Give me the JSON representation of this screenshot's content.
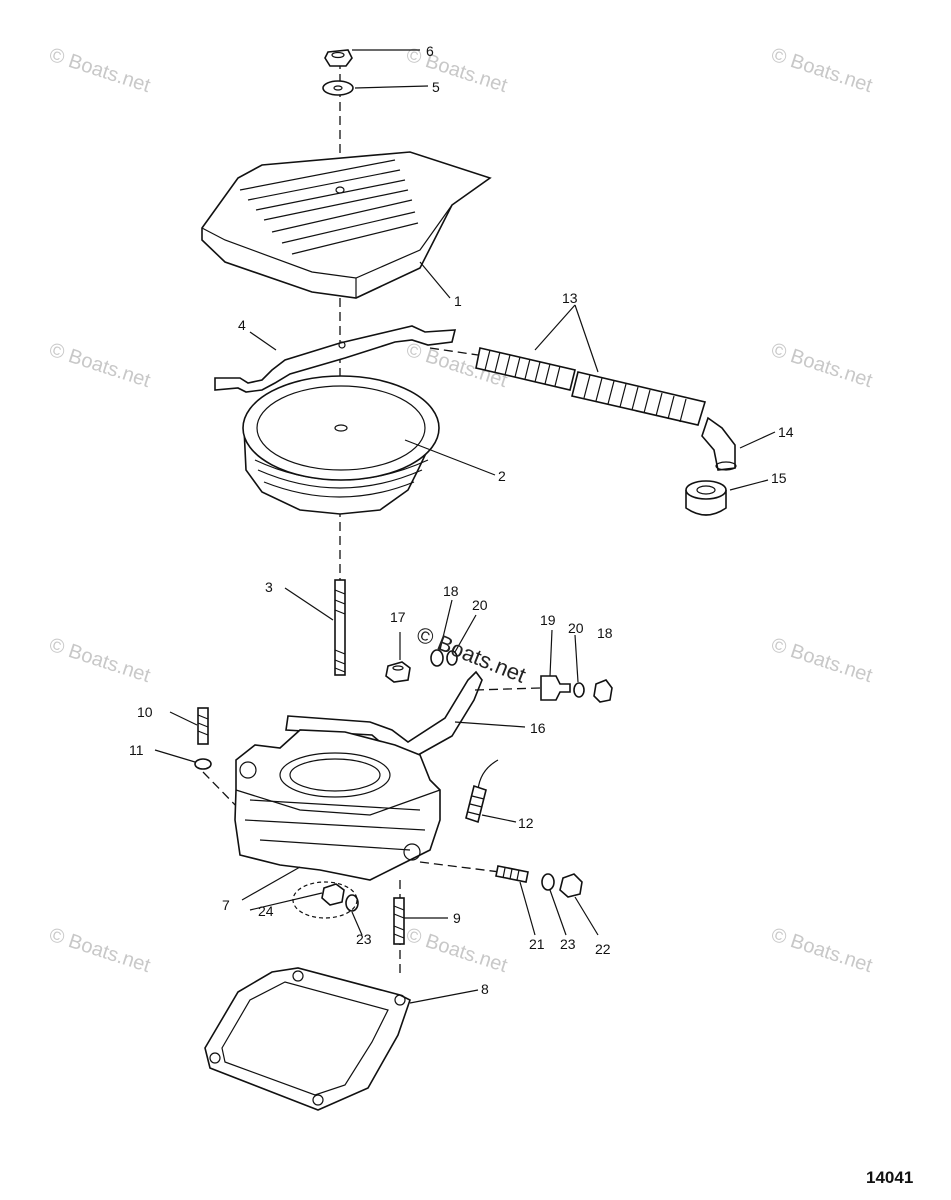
{
  "watermark": {
    "text": "© Boats.net"
  },
  "figure_number": "14041",
  "callouts": {
    "c1": "1",
    "c2": "2",
    "c3": "3",
    "c4": "4",
    "c5": "5",
    "c6": "6",
    "c7": "7",
    "c8": "8",
    "c9": "9",
    "c10": "10",
    "c11": "11",
    "c12": "12",
    "c13": "13",
    "c14": "14",
    "c15": "15",
    "c16": "16",
    "c17": "17",
    "c18a": "18",
    "c18b": "18",
    "c19": "19",
    "c20a": "20",
    "c20b": "20",
    "c21": "21",
    "c22": "22",
    "c23a": "23",
    "c23b": "23",
    "c24": "24"
  }
}
